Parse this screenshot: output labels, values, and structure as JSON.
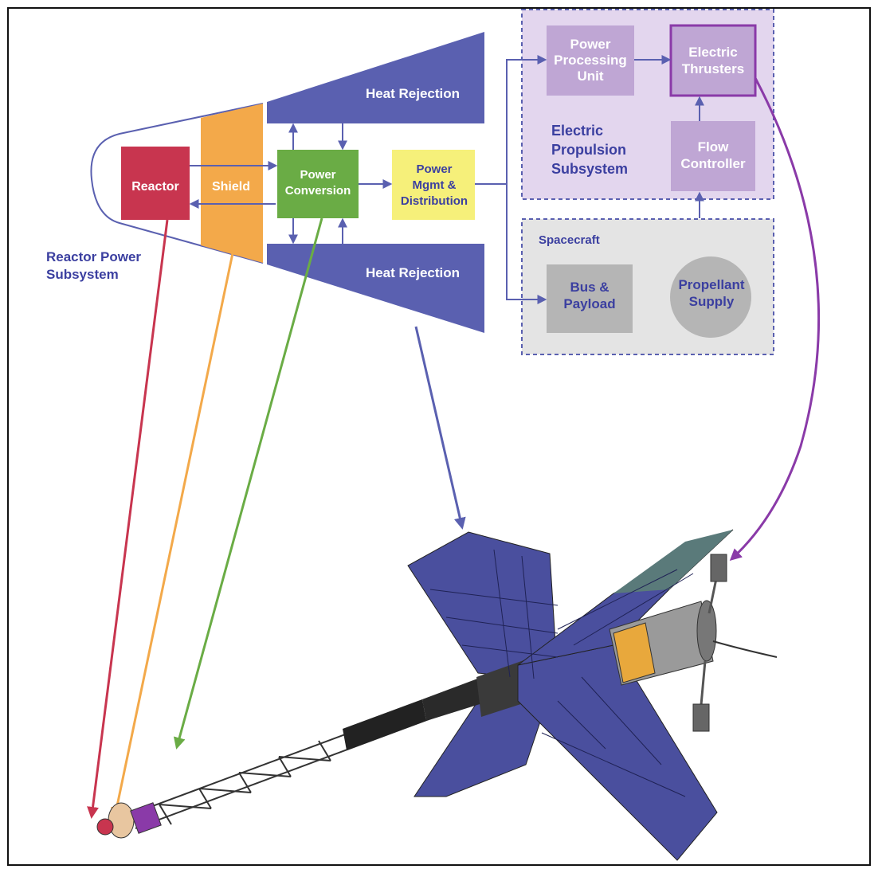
{
  "diagram": {
    "reactor_power_subsystem": {
      "label_line1": "Reactor Power",
      "label_line2": "Subsystem",
      "reactor": "Reactor",
      "shield": "Shield",
      "power_conversion_line1": "Power",
      "power_conversion_line2": "Conversion",
      "heat_rejection_top": "Heat Rejection",
      "heat_rejection_bottom": "Heat Rejection"
    },
    "pmad": {
      "line1": "Power",
      "line2": "Mgmt &",
      "line3": "Distribution"
    },
    "electric_propulsion_subsystem": {
      "label_line1": "Electric",
      "label_line2": "Propulsion",
      "label_line3": "Subsystem",
      "ppu_line1": "Power",
      "ppu_line2": "Processing",
      "ppu_line3": "Unit",
      "thrusters_line1": "Electric",
      "thrusters_line2": "Thrusters",
      "flow_line1": "Flow",
      "flow_line2": "Controller"
    },
    "spacecraft": {
      "label": "Spacecraft",
      "bus_line1": "Bus &",
      "bus_line2": "Payload",
      "propellant_line1": "Propellant",
      "propellant_line2": "Supply"
    },
    "colors": {
      "reactor": "#c8354f",
      "shield": "#f3a94a",
      "power_conversion": "#6aac45",
      "heat_rejection": "#5a60b0",
      "pmad": "#f6f07a",
      "ep_box": "#bfa6d4",
      "thruster_outline": "#8a3aa8",
      "spacecraft_box": "#b5b5b5",
      "text_blue": "#3b3fa0"
    }
  }
}
